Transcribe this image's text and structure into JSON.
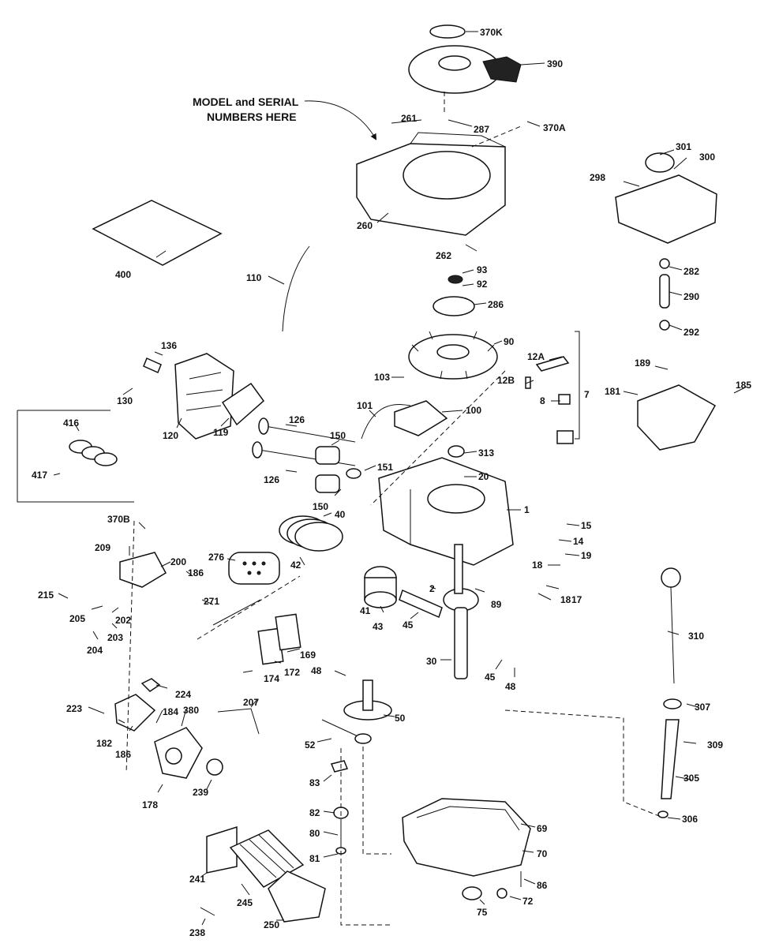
{
  "note": {
    "line1": "MODEL and SERIAL",
    "line2": "NUMBERS HERE"
  },
  "labels": {
    "l370K": "370K",
    "l390": "390",
    "l261": "261",
    "l287": "287",
    "l370A": "370A",
    "l301": "301",
    "l300": "300",
    "l298": "298",
    "l260": "260",
    "l262": "262",
    "l400": "400",
    "l282": "282",
    "l290": "290",
    "l292": "292",
    "l110": "110",
    "l93": "93",
    "l92": "92",
    "l286": "286",
    "l90": "90",
    "l12A": "12A",
    "l12B": "12B",
    "l7": "7",
    "l136": "136",
    "l130": "130",
    "l120": "120",
    "l119": "119",
    "l103": "103",
    "l101": "101",
    "l100": "100",
    "l189": "189",
    "l181": "181",
    "l185": "185",
    "l8": "8",
    "l416": "416",
    "l417": "417",
    "l126a": "126",
    "l126b": "126",
    "l150a": "150",
    "l150b": "150",
    "l151": "151",
    "l313": "313",
    "l20": "20",
    "l1": "1",
    "l40": "40",
    "l370B": "370B",
    "l15": "15",
    "l14": "14",
    "l19": "19",
    "l209": "209",
    "l200": "200",
    "l186a": "186",
    "l276": "276",
    "l42": "42",
    "l18a": "18",
    "l18b": "18",
    "l17": "17",
    "l215": "215",
    "l205": "205",
    "l202": "202",
    "l203": "203",
    "l204": "204",
    "l271": "271",
    "l2": "2",
    "l89": "89",
    "l41": "41",
    "l43": "43",
    "l45a": "45",
    "l310": "310",
    "l169": "169",
    "l172": "172",
    "l174": "174",
    "l48a": "48",
    "l30": "30",
    "l45b": "45",
    "l48b": "48",
    "l224": "224",
    "l207": "207",
    "l223": "223",
    "l184": "184",
    "l380": "380",
    "l50": "50",
    "l307": "307",
    "l182": "182",
    "l186b": "186",
    "l52": "52",
    "l309": "309",
    "l178": "178",
    "l239": "239",
    "l83": "83",
    "l305": "305",
    "l82": "82",
    "l69": "69",
    "l306": "306",
    "l80": "80",
    "l81": "81",
    "l70": "70",
    "l241": "241",
    "l245": "245",
    "l86": "86",
    "l72": "72",
    "l75": "75",
    "l250": "250",
    "l238": "238"
  }
}
